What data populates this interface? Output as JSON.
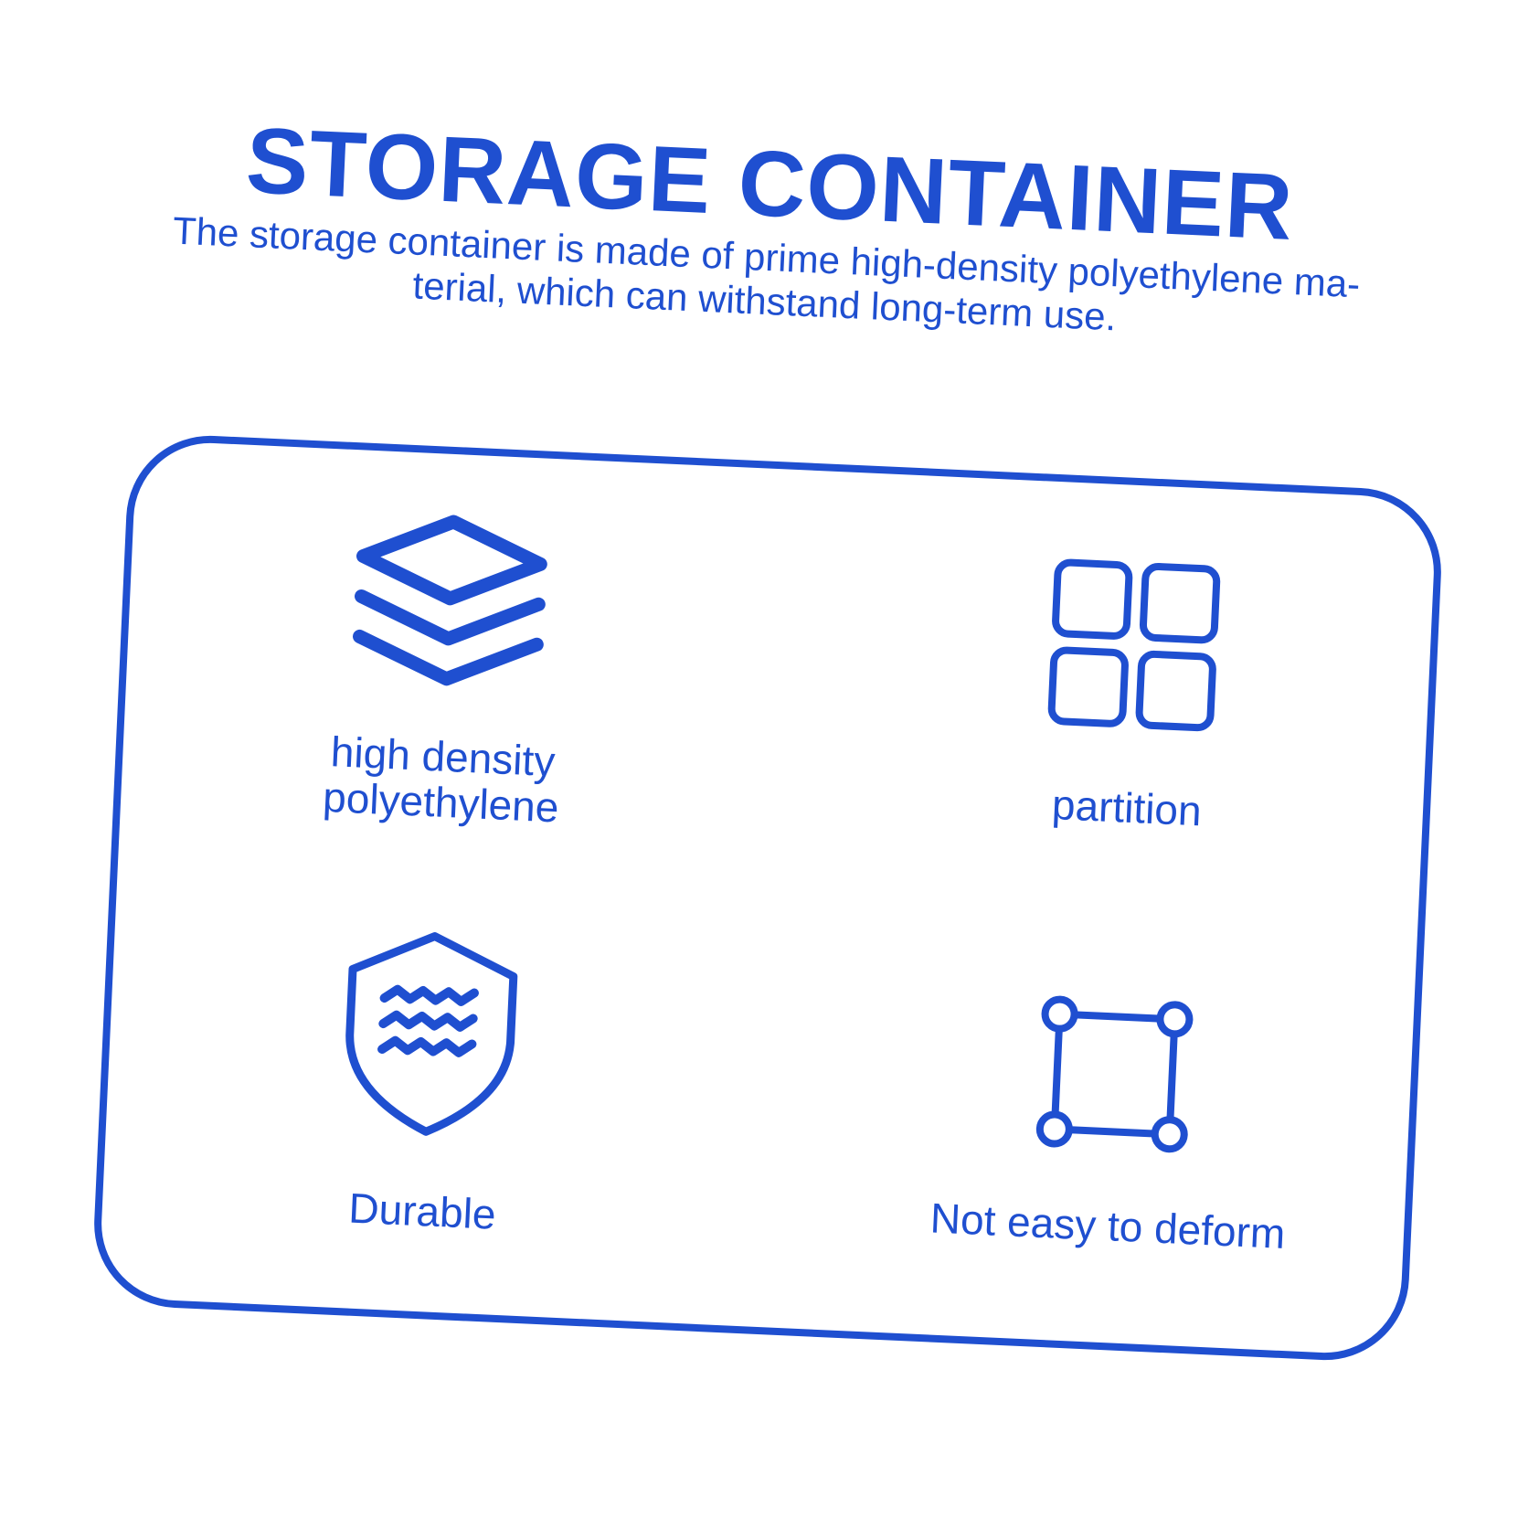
{
  "header": {
    "title": "STORAGE CONTAINER",
    "description_line1": "The storage container is made of prime high-density polyethylene ma-",
    "description_line2": "terial, which can withstand long-term use."
  },
  "features": [
    {
      "icon": "layers-icon",
      "label_line1": "high density",
      "label_line2": "polyethylene"
    },
    {
      "icon": "grid-icon",
      "label_line1": "partition"
    },
    {
      "icon": "shield-waves-icon",
      "label_line1": "Durable"
    },
    {
      "icon": "square-nodes-icon",
      "label_line1": "Not easy to deform"
    }
  ],
  "colors": {
    "accent": "#1f4fd0",
    "background": "#ffffff"
  }
}
